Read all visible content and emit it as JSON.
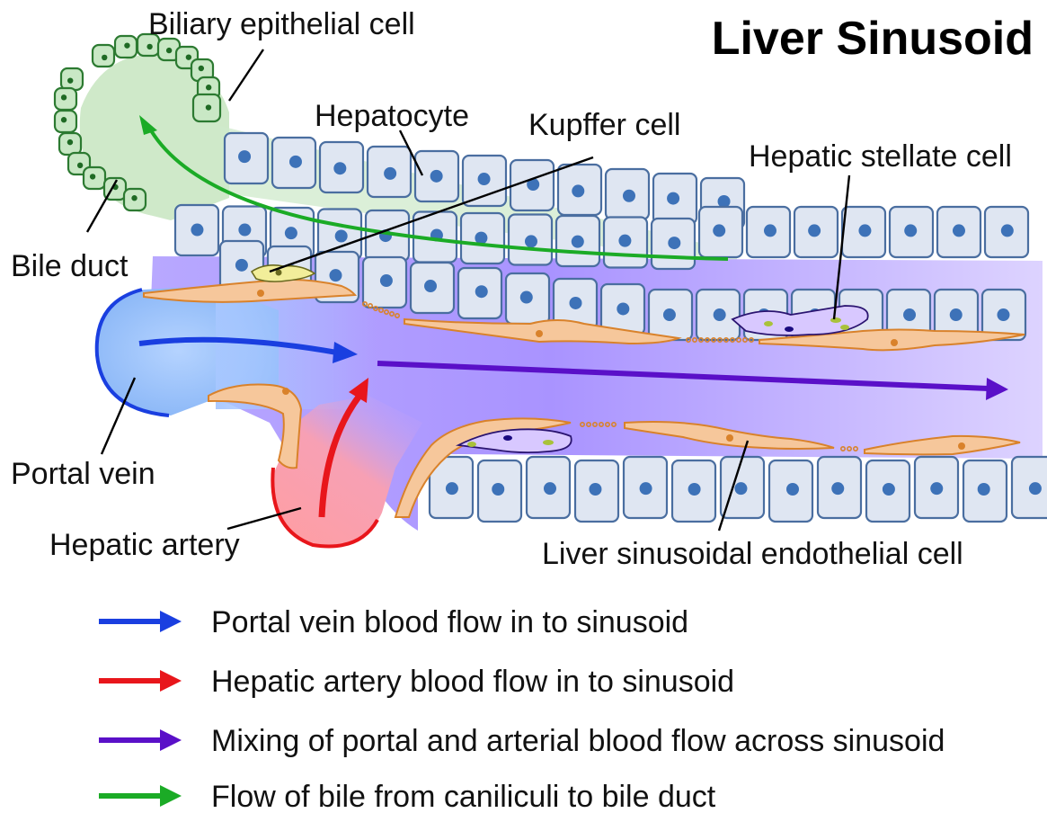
{
  "title": "Liver Sinusoid",
  "labels": {
    "biliary_epithelial_cell": "Biliary epithelial cell",
    "hepatocyte": "Hepatocyte",
    "kupffer_cell": "Kupffer cell",
    "hepatic_stellate_cell": "Hepatic stellate cell",
    "bile_duct": "Bile duct",
    "portal_vein": "Portal vein",
    "hepatic_artery": "Hepatic artery",
    "lsec": "Liver sinusoidal endothelial cell"
  },
  "legend": [
    {
      "text": "Portal vein blood flow in to sinusoid",
      "color": "#1a3fe0"
    },
    {
      "text": "Hepatic artery blood flow in to sinusoid",
      "color": "#e8161b"
    },
    {
      "text": "Mixing of portal and arterial blood flow across sinusoid",
      "color": "#5a10c8"
    },
    {
      "text": "Flow of bile from caniliculi to bile duct",
      "color": "#1bab26"
    }
  ],
  "colors": {
    "portal_blue": "#1a3fe0",
    "artery_red": "#e8161b",
    "mixing_purple": "#5a10c8",
    "bile_green": "#1bab26",
    "sinusoid_lavender": "#c7b8ff",
    "hepatocyte_fill": "#dfe6f2",
    "hepatocyte_nucleus": "#3d72b8",
    "endothelial_orange": "#f6c79b"
  }
}
